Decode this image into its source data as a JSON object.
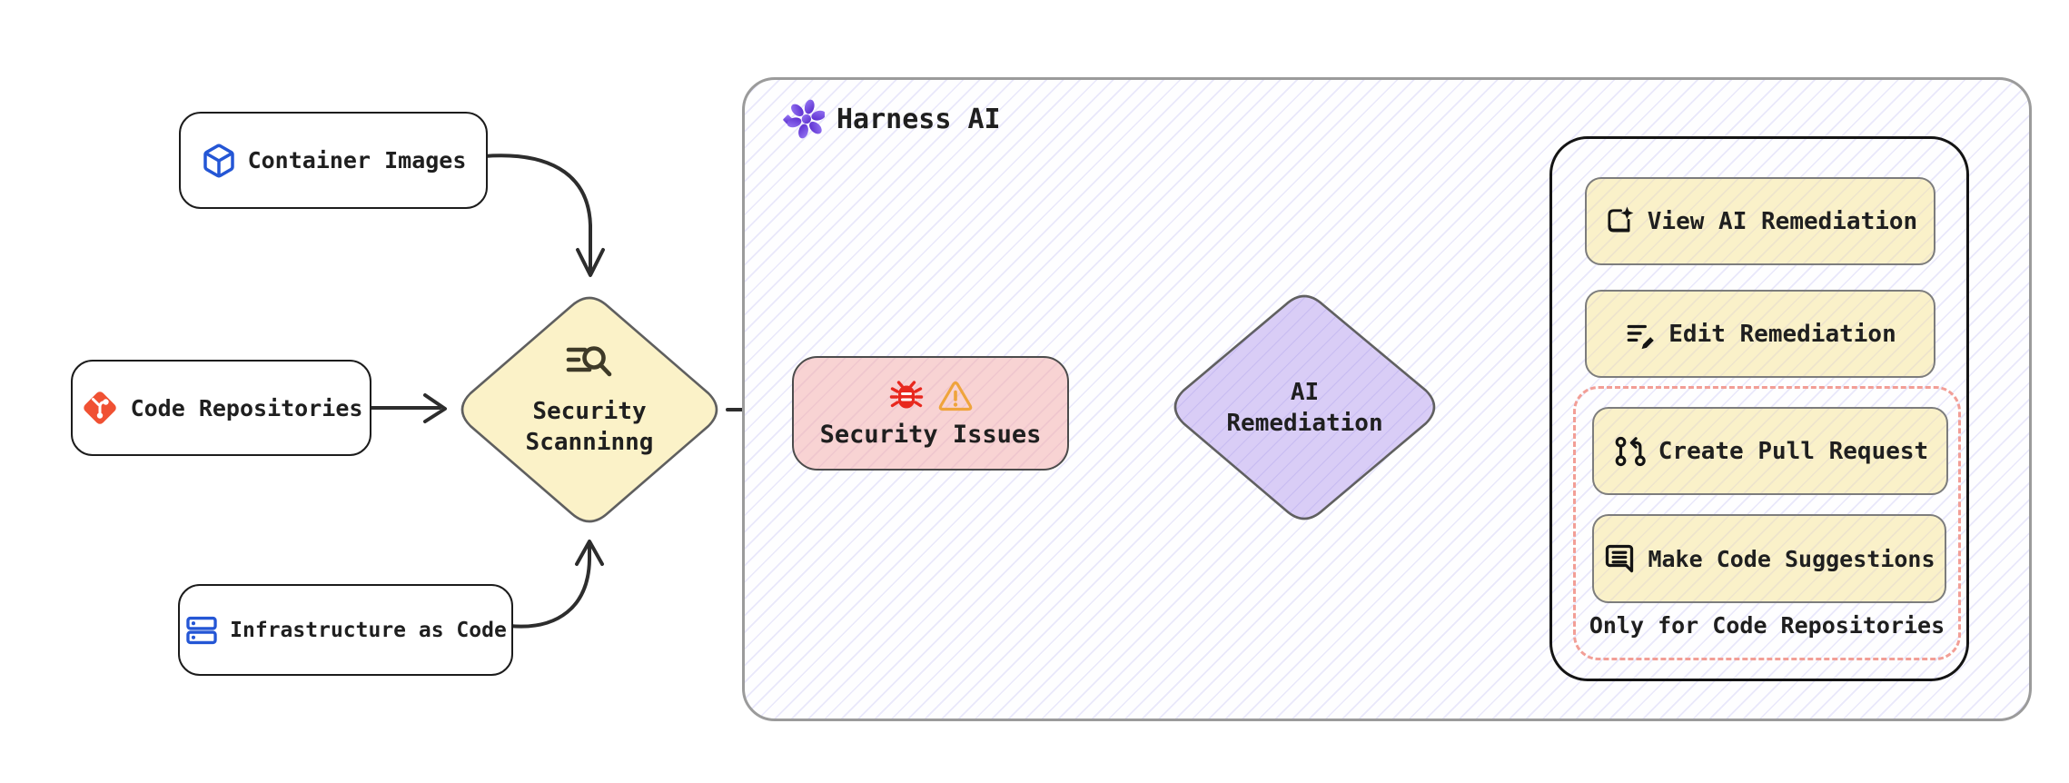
{
  "diagram": {
    "sources": [
      {
        "id": "container-images",
        "label": "Container Images",
        "icon": "cube-icon"
      },
      {
        "id": "code-repositories",
        "label": "Code Repositories",
        "icon": "git-icon"
      },
      {
        "id": "infrastructure-as-code",
        "label": "Infrastructure as Code",
        "icon": "server-stack-icon"
      }
    ],
    "security_scanning": {
      "label_line1": "Security",
      "label_line2": "Scanninng",
      "icon": "scan-search-icon"
    },
    "harness": {
      "title": "Harness AI",
      "icon": "harness-ai-flower-icon"
    },
    "security_issues": {
      "label": "Security Issues",
      "icons": [
        "bug-icon",
        "warning-triangle-icon"
      ]
    },
    "ai_remediation": {
      "label_line1": "AI",
      "label_line2": "Remediation"
    },
    "actions": {
      "view_ai_remediation": "View AI Remediation",
      "edit_remediation": "Edit Remediation",
      "create_pull_request": "Create Pull Request",
      "make_code_suggestions": "Make Code Suggestions",
      "restriction_note": "Only for Code Repositories"
    },
    "colors": {
      "node_yellow": "#faf1c9",
      "node_pink": "#f8d3d3",
      "node_purple": "#d9cdf6",
      "hatch_line": "#b9b4ec",
      "dashed_border": "#f29e96",
      "git_orange": "#f05133",
      "icon_blue": "#2456d5",
      "bug_red": "#e8281e",
      "warning_orange": "#efa43c",
      "harness_purple": "#6d3bef",
      "arrow": "#2d2d2d"
    }
  }
}
